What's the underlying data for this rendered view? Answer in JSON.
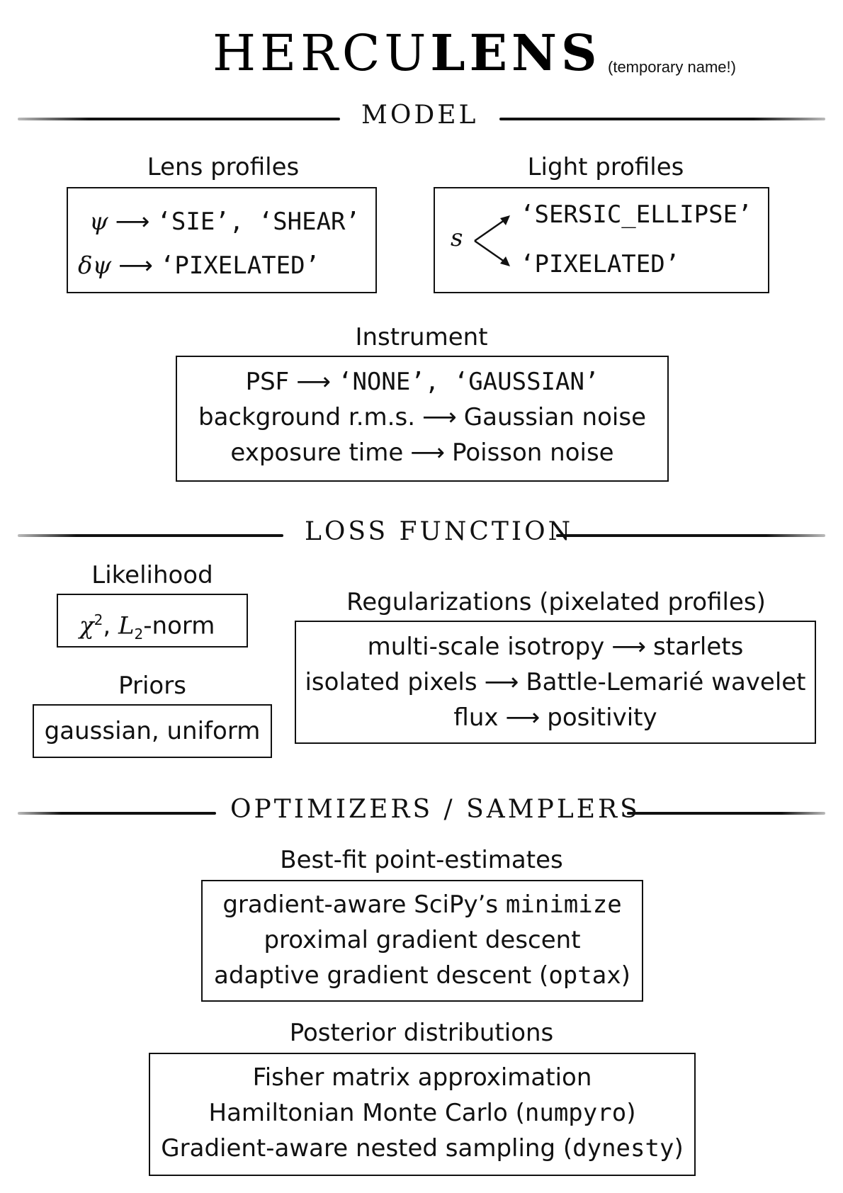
{
  "title": {
    "logo_part1": "HERCU",
    "logo_part2": "LENS",
    "note": "(temporary name!)"
  },
  "sections": {
    "model": "MODEL",
    "loss": "LOSS FUNCTION",
    "optim": "OPTIMIZERS / SAMPLERS"
  },
  "model": {
    "lens_label": "Lens profiles",
    "lens_row1_symbol": "ψ",
    "lens_row1_items": "‘SIE’, ‘SHEAR’",
    "lens_row2_symbol": "δψ",
    "lens_row2_items": "‘PIXELATED’",
    "light_label": "Light profiles",
    "light_symbol": "s",
    "light_item1": "‘SERSIC_ELLIPSE’",
    "light_item2": "‘PIXELATED’",
    "instrument_label": "Instrument",
    "inst_row1_left": "PSF",
    "inst_row1_right": "‘NONE’, ‘GAUSSIAN’",
    "inst_row2_left": "background r.m.s.",
    "inst_row2_right": "Gaussian noise",
    "inst_row3_left": "exposure time",
    "inst_row3_right": "Poisson noise"
  },
  "loss": {
    "likelihood_label": "Likelihood",
    "likelihood_chi": "χ",
    "likelihood_sup": "2",
    "likelihood_sep": ", ",
    "likelihood_L": "L",
    "likelihood_sub": "2",
    "likelihood_norm": "-norm",
    "priors_label": "Priors",
    "priors_value": "gaussian, uniform",
    "reg_label": "Regularizations (pixelated profiles)",
    "reg_row1_left": "multi-scale isotropy",
    "reg_row1_right": "starlets",
    "reg_row2_left": "isolated pixels",
    "reg_row2_right": "Battle-Lemarié wavelet",
    "reg_row3_left": "flux",
    "reg_row3_right": "positivity"
  },
  "optim": {
    "bestfit_label": "Best-fit point-estimates",
    "bf_row1_text": "gradient-aware SciPy’s ",
    "bf_row1_code": "minimize",
    "bf_row2_text": "proximal gradient descent",
    "bf_row3_text": "adaptive gradient descent (",
    "bf_row3_code": "optax",
    "bf_row3_close": ")",
    "posterior_label": "Posterior distributions",
    "post_row1_text": "Fisher matrix approximation",
    "post_row2_text": "Hamiltonian Monte Carlo (",
    "post_row2_code": "numpyro",
    "post_row2_close": ")",
    "post_row3_text": "Gradient-aware nested sampling (",
    "post_row3_code": "dynesty",
    "post_row3_close": ")"
  },
  "arrow_glyph": "⟶"
}
